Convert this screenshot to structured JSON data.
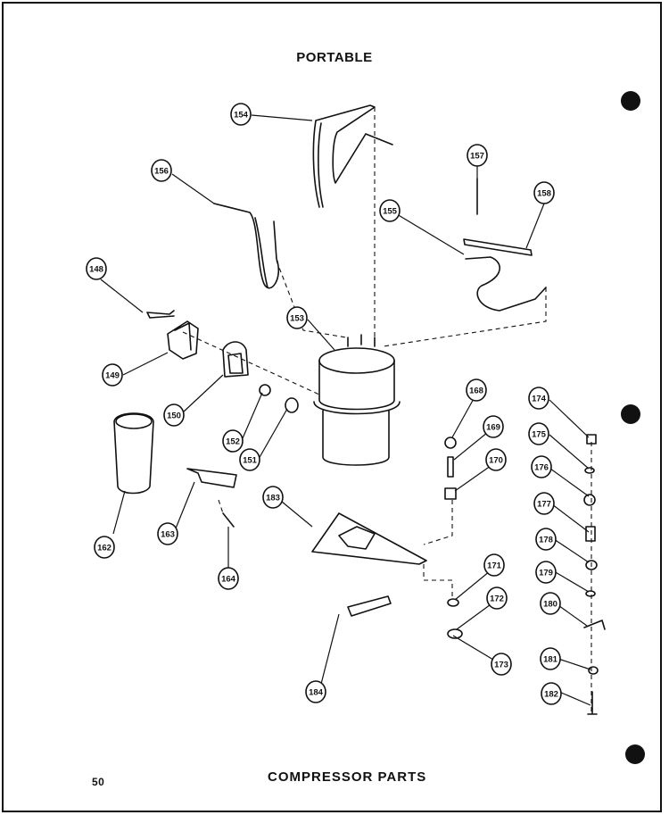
{
  "header": {
    "title": "PORTABLE"
  },
  "footer": {
    "caption": "COMPRESSOR PARTS",
    "page_number": "50"
  },
  "callouts": [
    {
      "label": "154"
    },
    {
      "label": "156"
    },
    {
      "label": "157"
    },
    {
      "label": "158"
    },
    {
      "label": "155"
    },
    {
      "label": "148"
    },
    {
      "label": "149"
    },
    {
      "label": "153"
    },
    {
      "label": "150"
    },
    {
      "label": "152"
    },
    {
      "label": "151"
    },
    {
      "label": "162"
    },
    {
      "label": "163"
    },
    {
      "label": "164"
    },
    {
      "label": "183"
    },
    {
      "label": "168"
    },
    {
      "label": "169"
    },
    {
      "label": "170"
    },
    {
      "label": "171"
    },
    {
      "label": "172"
    },
    {
      "label": "173"
    },
    {
      "label": "184"
    },
    {
      "label": "174"
    },
    {
      "label": "175"
    },
    {
      "label": "176"
    },
    {
      "label": "177"
    },
    {
      "label": "178"
    },
    {
      "label": "179"
    },
    {
      "label": "180"
    },
    {
      "label": "181"
    },
    {
      "label": "182"
    }
  ],
  "colors": {
    "ink": "#111111",
    "paper": "#ffffff"
  }
}
